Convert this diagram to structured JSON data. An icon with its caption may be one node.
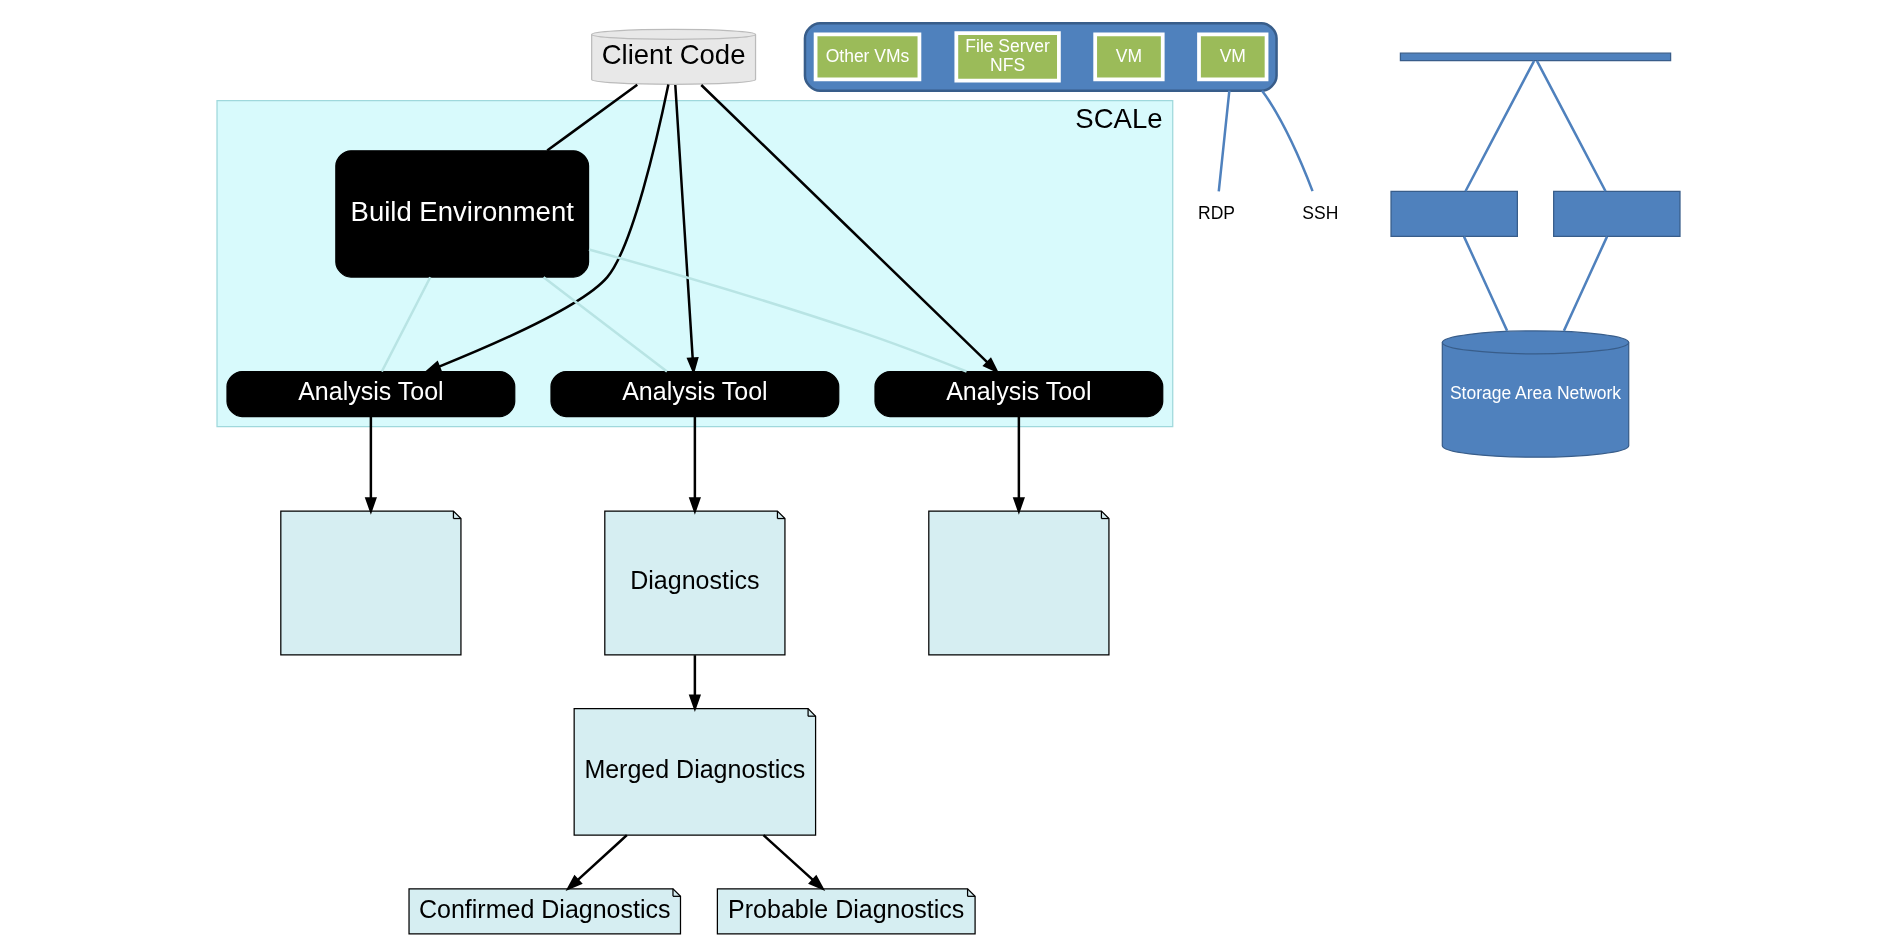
{
  "diagram": {
    "nodes": [
      {
        "text": [
          "Client Code"
        ]
      },
      {
        "text": [
          "SCALe"
        ]
      },
      {
        "text": [
          "Build Environment"
        ],
        "in": 1
      },
      {
        "text": [
          "Analysis Tool"
        ],
        "in": 1
      },
      {
        "text": [
          "Analysis Tool"
        ],
        "in": 1
      },
      {
        "text": [
          "Analysis Tool"
        ],
        "in": 1
      },
      {
        "text": [
          "Confirmed Diagnostics"
        ]
      },
      {
        "text": [
          "Probable Diagnostics"
        ]
      },
      {
        "text": [
          "Merged Diagnostics"
        ]
      },
      {
        "text": [],
        "shape": "document"
      },
      {
        "text": [],
        "shape": "document"
      },
      {
        "text": [
          "Diagnostics"
        ]
      },
      {
        "text": [],
        "shape": "cloud"
      },
      {
        "text": [
          "VM"
        ],
        "in": 12
      },
      {
        "text": [
          "VM"
        ],
        "in": 12
      },
      {
        "text": [
          "File Server",
          "NFS"
        ],
        "in": 12
      },
      {
        "text": [
          "Other VMs"
        ],
        "in": 12
      },
      {
        "text": [],
        "shape": "bar"
      },
      {
        "text": [],
        "shape": "box"
      },
      {
        "text": [],
        "shape": "box"
      },
      {
        "text": [
          "Storage Area Network"
        ]
      },
      {
        "text": [
          "RDP"
        ]
      },
      {
        "text": [
          "SSH"
        ]
      }
    ],
    "edges": [
      {
        "from": 0,
        "to": 2,
        "arrow": "none"
      },
      {
        "from": 0,
        "to": 5,
        "arrow": "to"
      },
      {
        "from": 0,
        "to": 4,
        "arrow": "to"
      },
      {
        "from": 0,
        "to": 3,
        "arrow": "to"
      },
      {
        "from": 2,
        "to": 3,
        "arrow": "none",
        "color": "#b8e4e4"
      },
      {
        "from": 2,
        "to": 4,
        "arrow": "none",
        "color": "#b8e4e4"
      },
      {
        "from": 2,
        "to": 5,
        "arrow": "none",
        "color": "#b8e4e4"
      },
      {
        "from": 5,
        "to": 11,
        "arrow": "to"
      },
      {
        "from": 4,
        "to": 9,
        "arrow": "to"
      },
      {
        "from": 3,
        "to": 10,
        "arrow": "to"
      },
      {
        "from": 11,
        "to": 8,
        "arrow": "to"
      },
      {
        "from": 8,
        "to": 6,
        "arrow": "to"
      },
      {
        "from": 8,
        "to": 7,
        "arrow": "to"
      },
      {
        "from": 12,
        "to": 21,
        "arrow": "none",
        "color": "#4f81bd"
      },
      {
        "from": 12,
        "to": 22,
        "arrow": "none",
        "color": "#4f81bd"
      },
      {
        "from": 17,
        "to": 18,
        "arrow": "none",
        "color": "#4f81bd"
      },
      {
        "from": 17,
        "to": 19,
        "arrow": "none",
        "color": "#4f81bd"
      },
      {
        "from": 18,
        "to": 20,
        "arrow": "none",
        "color": "#4f81bd"
      },
      {
        "from": 19,
        "to": 20,
        "arrow": "none",
        "color": "#4f81bd"
      }
    ]
  }
}
